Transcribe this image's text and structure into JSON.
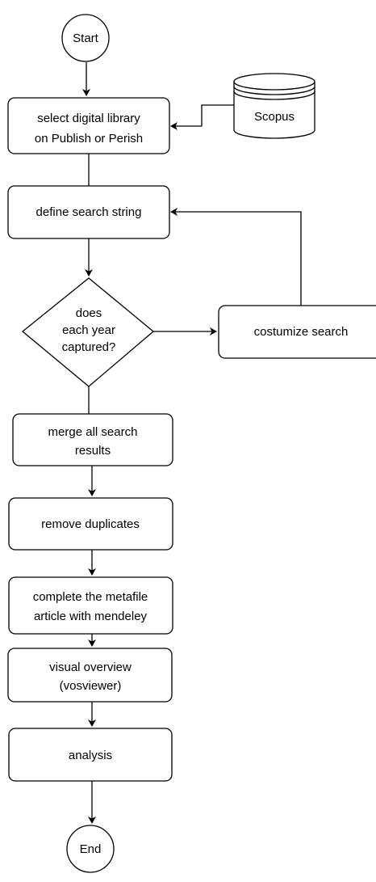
{
  "flowchart": {
    "start": "Start",
    "end": "End",
    "scopus": "Scopus",
    "select_library": [
      "select digital library",
      "on Publish or Perish"
    ],
    "define_search": "define search string",
    "decision": [
      "does",
      "each year",
      "captured?"
    ],
    "customize_search": "costumize search",
    "merge_results": [
      "merge all search",
      "results"
    ],
    "remove_duplicates": "remove duplicates",
    "complete_metafile": [
      "complete the metafile",
      "article with mendeley"
    ],
    "visual_overview": [
      "visual overview",
      "(vosviewer)"
    ],
    "analysis": "analysis"
  }
}
